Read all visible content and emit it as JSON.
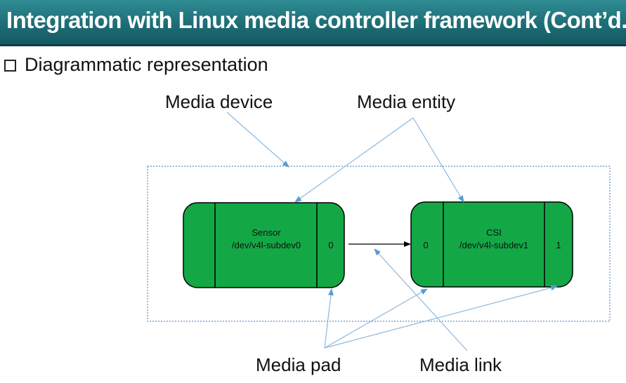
{
  "slide": {
    "title": "Integration with Linux media controller framework (Cont’d.)",
    "bullet": "Diagrammatic representation"
  },
  "labels": {
    "media_device": "Media device",
    "media_entity": "Media entity",
    "media_pad": "Media pad",
    "media_link": "Media link"
  },
  "entities": {
    "sensor": {
      "name": "Sensor",
      "node": "/dev/v4l-subdev0",
      "pad_out": "0"
    },
    "csi": {
      "name": "CSI",
      "node": "/dev/v4l-subdev1",
      "pad_in": "0",
      "pad_out": "1"
    }
  },
  "colors": {
    "title_bar": "#1d6d76",
    "entity_fill": "#13a845",
    "callout_line": "#8db8dc",
    "device_border": "#5b8fc7"
  }
}
